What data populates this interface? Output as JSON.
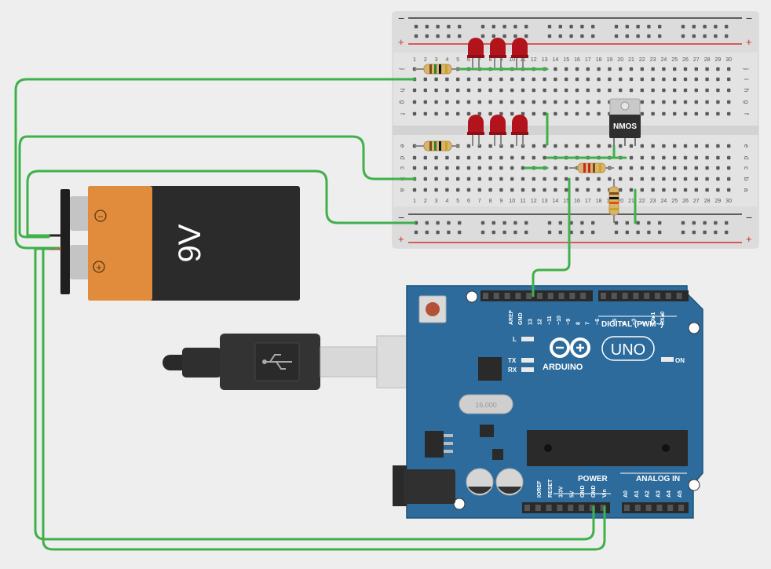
{
  "battery": {
    "voltage_label": "9V",
    "minus_sign": "−",
    "plus_sign": "+"
  },
  "breadboard": {
    "rail_minus": "−",
    "rail_plus": "+",
    "columns": [
      "1",
      "2",
      "3",
      "4",
      "5",
      "6",
      "7",
      "8",
      "9",
      "10",
      "11",
      "12",
      "13",
      "14",
      "15",
      "16",
      "17",
      "18",
      "19",
      "20",
      "21",
      "22",
      "23",
      "24",
      "25",
      "26",
      "27",
      "28",
      "29",
      "30"
    ],
    "rows_top": [
      "j",
      "i",
      "h",
      "g",
      "f"
    ],
    "rows_bottom": [
      "e",
      "d",
      "c",
      "b",
      "a"
    ]
  },
  "mosfet": {
    "label": "NMOS"
  },
  "arduino": {
    "brand": "ARDUINO",
    "model": "UNO",
    "on_label": "ON",
    "led_l": "L",
    "led_tx": "TX",
    "led_rx": "RX",
    "digital_label": "DIGITAL (PWM~)",
    "digital_pins": [
      "AREF",
      "GND",
      "13",
      "12",
      "~11",
      "~10",
      "~9",
      "8",
      "7",
      "~6",
      "~5",
      "4",
      "~3",
      "2",
      "TX▸1",
      "RX◂0"
    ],
    "power_label": "POWER",
    "power_pins": [
      "IOREF",
      "RESET",
      "3.3V",
      "5V",
      "GND",
      "GND",
      "Vin"
    ],
    "analog_label": "ANALOG IN",
    "analog_pins": [
      "A0",
      "A1",
      "A2",
      "A3",
      "A4",
      "A5"
    ],
    "crystal_text": "16.000"
  },
  "colors": {
    "wire": "#3fb04a",
    "board": "#2c6b9b",
    "led": "#b3141c",
    "battery_orange": "#e08c3c",
    "battery_black": "#2b2b2b",
    "rail_red": "#d32f2f"
  }
}
